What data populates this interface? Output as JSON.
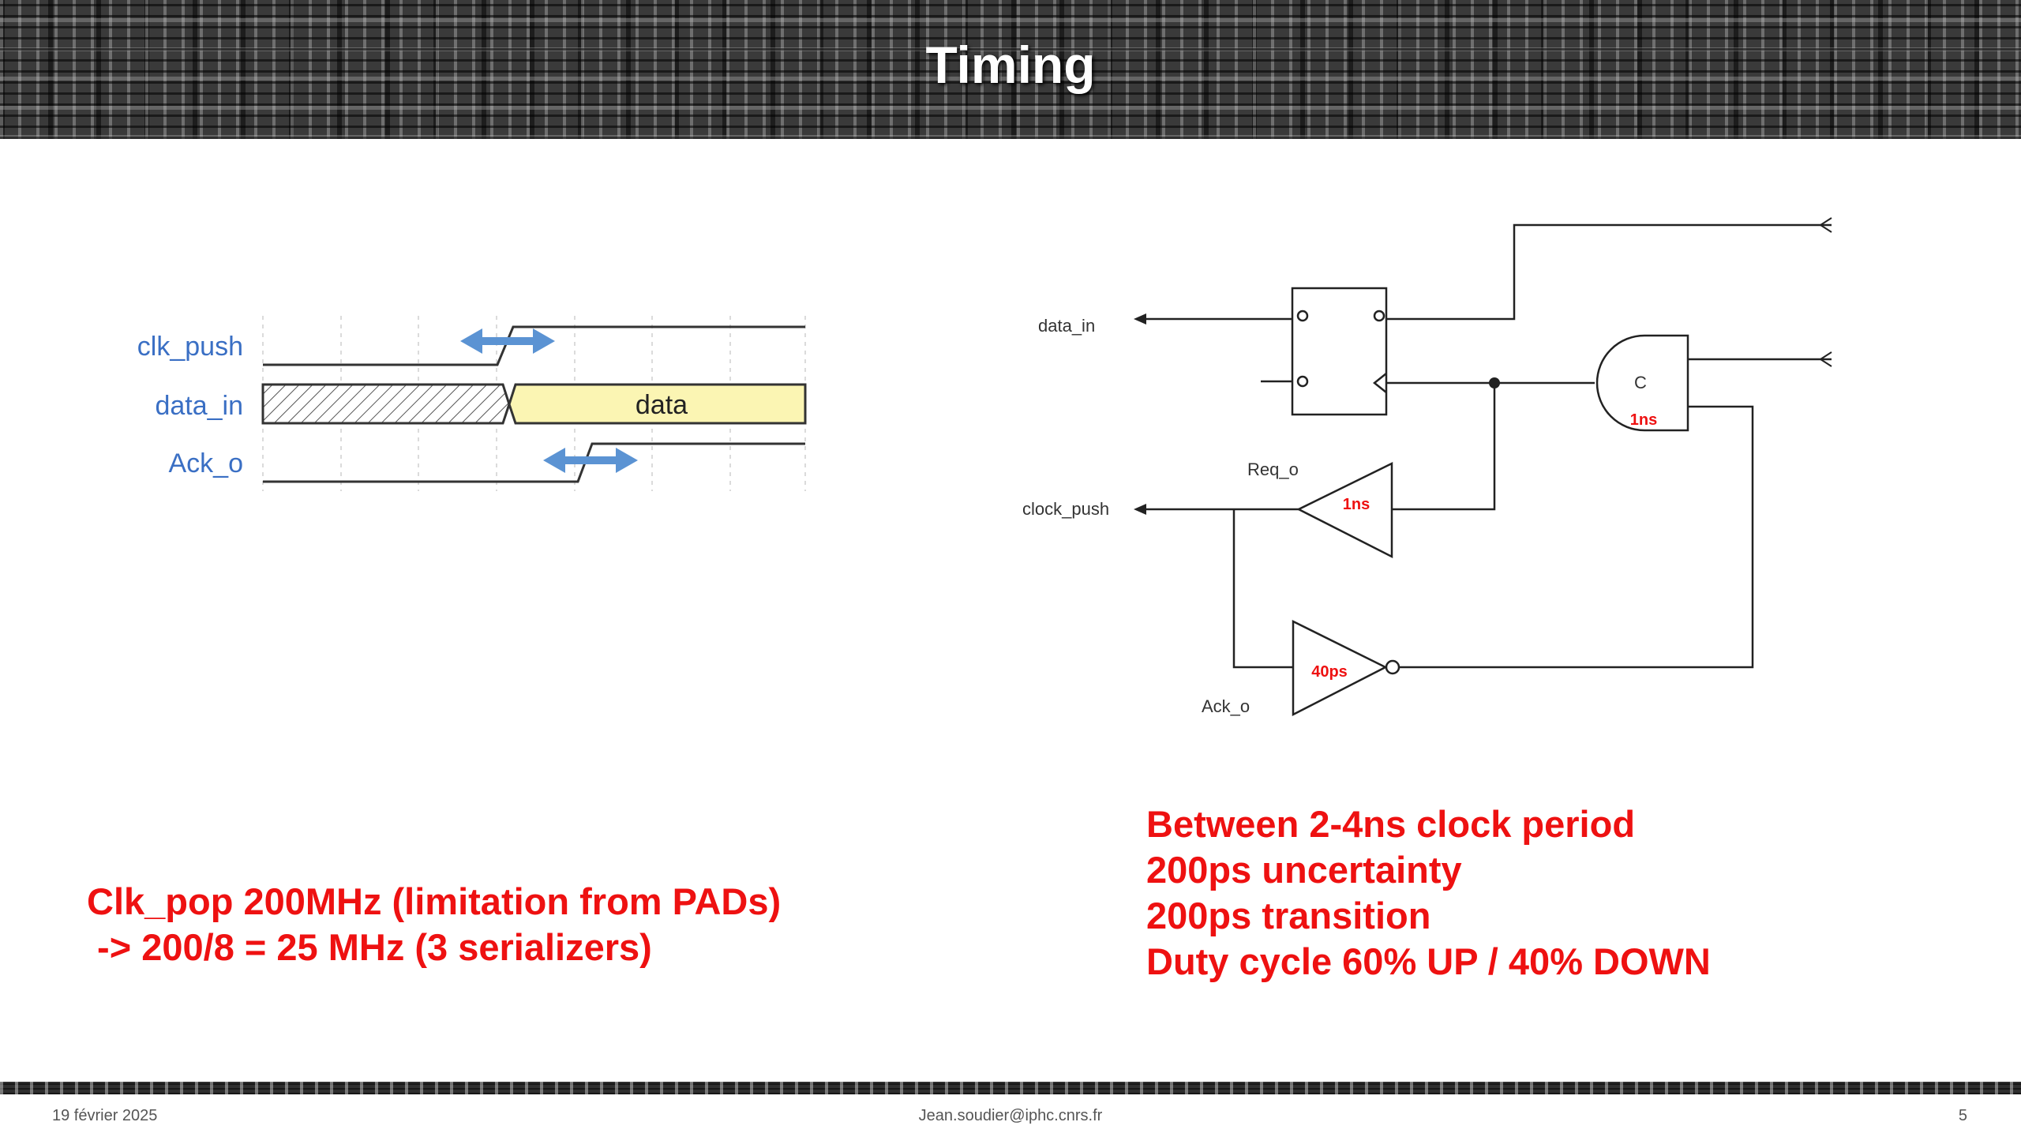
{
  "header": {
    "title": "Timing"
  },
  "timing_diagram": {
    "signals": [
      {
        "label": "clk_push"
      },
      {
        "label": "data_in"
      },
      {
        "label": "Ack_o"
      }
    ],
    "data_label": "data"
  },
  "schematic": {
    "labels": {
      "data_in": "data_in",
      "clock_push": "clock_push",
      "req_o": "Req_o",
      "ack_o": "Ack_o",
      "c_element": "C",
      "c_delay": "1ns",
      "buffer_delay": "1ns",
      "inverter_delay": "40ps"
    }
  },
  "notes": {
    "left": "Clk_pop 200MHz (limitation from PADs)\n -> 200/8 = 25 MHz (3 serializers)",
    "right": "Between 2-4ns clock period\n200ps uncertainty\n200ps transition\nDuty cycle 60% UP / 40% DOWN"
  },
  "footer": {
    "date": "19 février 2025",
    "email": "Jean.soudier@iphc.cnrs.fr",
    "page": "5"
  },
  "colors": {
    "note_red": "#ee1111",
    "signal_blue": "#3a6fc4",
    "arrow_blue": "#5b93d3",
    "data_fill": "#fbf5b3"
  }
}
